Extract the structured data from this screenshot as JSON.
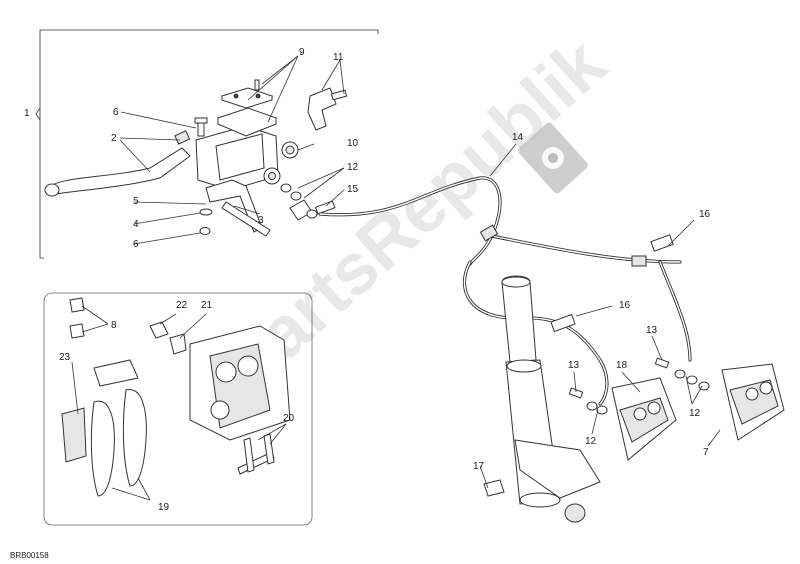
{
  "diagram_code": "BRB00158",
  "watermark": "PartsRepublik",
  "callouts": {
    "c1": "1",
    "c2": "2",
    "c3": "3",
    "c4": "4",
    "c5": "5",
    "c6a": "6",
    "c6b": "6",
    "c7": "7",
    "c8": "8",
    "c9": "9",
    "c10": "10",
    "c11": "11",
    "c12a": "12",
    "c12b": "12",
    "c12c": "12",
    "c13a": "13",
    "c13b": "13",
    "c14": "14",
    "c15": "15",
    "c16a": "16",
    "c16b": "16",
    "c17": "17",
    "c18": "18",
    "c19": "19",
    "c20": "20",
    "c21": "21",
    "c22": "22",
    "c23": "23"
  },
  "icons": {
    "watermark_logo": "gear-icon"
  }
}
